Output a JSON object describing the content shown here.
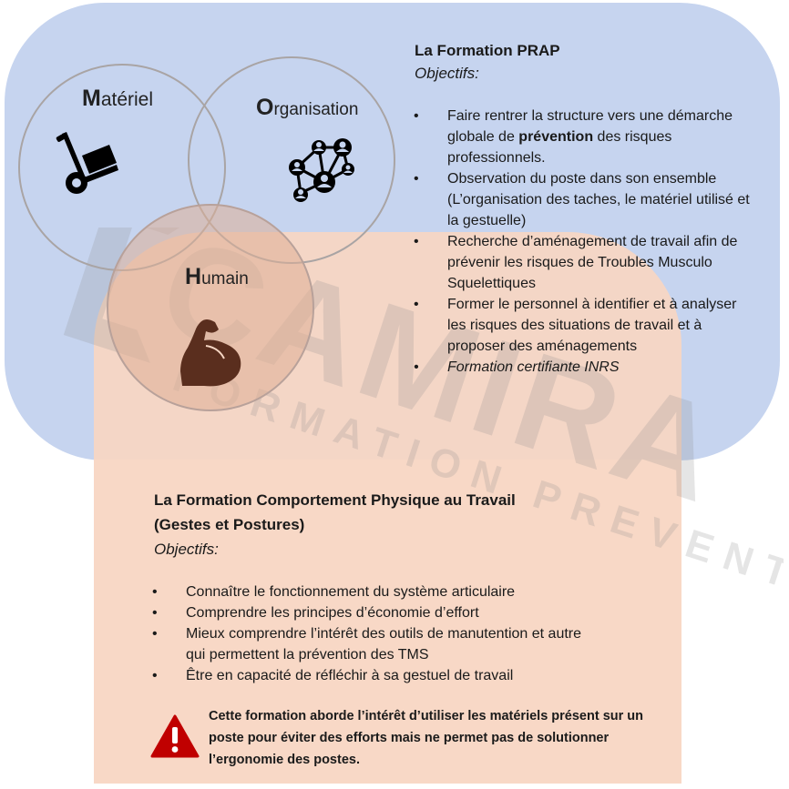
{
  "diagram": {
    "circles": {
      "materiel": {
        "initial": "M",
        "rest": "atériel",
        "icon": "hand-truck-icon"
      },
      "organisation": {
        "initial": "O",
        "rest": "rganisation",
        "icon": "network-people-icon"
      },
      "humain": {
        "initial": "H",
        "rest": "umain",
        "icon": "flexed-biceps-icon"
      }
    }
  },
  "prap": {
    "title": "La Formation PRAP",
    "subtitle": "Objectifs:",
    "bullets": [
      {
        "pre": "Faire rentrer la structure vers une démarche globale de ",
        "bold": "prévention",
        "post": " des risques professionnels."
      },
      {
        "text": "Observation du poste dans son ensemble (L’organisation des taches, le matériel utilisé et la gestuelle)"
      },
      {
        "text": "Recherche d’aménagement de travail afin de prévenir les risques de Troubles Musculo Squelettiques"
      },
      {
        "text": "Former le personnel  à identifier et à analyser les risques des situations de travail et à proposer des aménagements"
      },
      {
        "text": "Formation certifiante INRS"
      }
    ]
  },
  "gestes_postures": {
    "title_line1": "La Formation Comportement Physique au Travail",
    "title_line2": "(Gestes et Postures)",
    "subtitle": "Objectifs:",
    "bullets": [
      "Connaître le fonctionnement du système articulaire",
      "Comprendre les principes d’économie d’effort",
      "Mieux comprendre l’intérêt des outils de manutention et autre qui permettent la prévention des TMS",
      "Être en capacité de réfléchir à sa gestuel de travail"
    ],
    "warning": "Cette formation aborde l’intérêt d’utiliser les matériels présent sur un poste pour éviter des efforts mais ne permet pas de solutionner l’ergonomie des postes."
  },
  "watermark": {
    "brand": "CAMIRA",
    "tagline": "FORMATION PREVENTION"
  },
  "colors": {
    "prap_panel": "#c6d4ef",
    "gp_panel": "#f6d6c3",
    "warning_red": "#c00000",
    "icon_brown": "#5a2e1e"
  }
}
